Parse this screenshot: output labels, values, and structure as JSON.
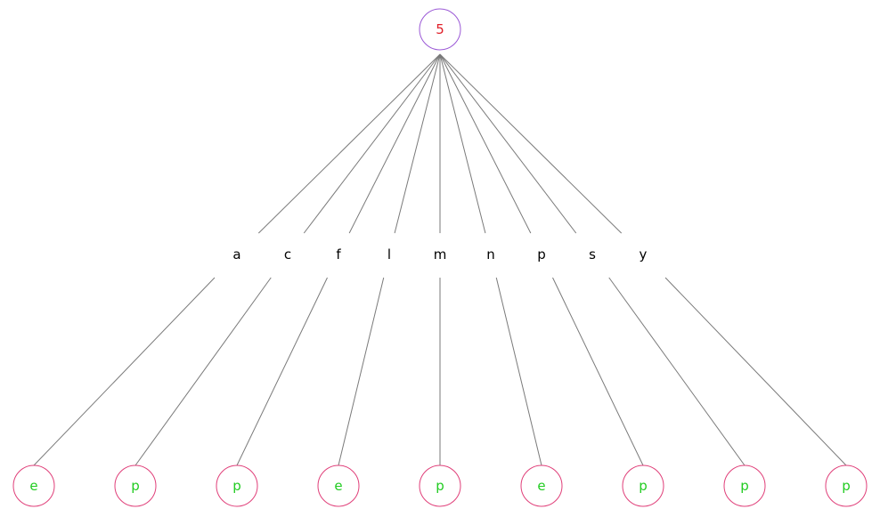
{
  "colors": {
    "root_stroke": "#9b59d6",
    "root_text": "#e0202a",
    "leaf_stroke": "#e0407a",
    "leaf_text": "#22cc22",
    "edge": "#7a7a7a",
    "label_text": "#000000"
  },
  "tree": {
    "root": {
      "label": "5"
    },
    "children": [
      {
        "edge_label": "a",
        "leaf_label": "e"
      },
      {
        "edge_label": "c",
        "leaf_label": "p"
      },
      {
        "edge_label": "f",
        "leaf_label": "p"
      },
      {
        "edge_label": "l",
        "leaf_label": "e"
      },
      {
        "edge_label": "m",
        "leaf_label": "p"
      },
      {
        "edge_label": "n",
        "leaf_label": "e"
      },
      {
        "edge_label": "p",
        "leaf_label": "p"
      },
      {
        "edge_label": "s",
        "leaf_label": "p"
      },
      {
        "edge_label": "y",
        "leaf_label": "p"
      }
    ]
  }
}
